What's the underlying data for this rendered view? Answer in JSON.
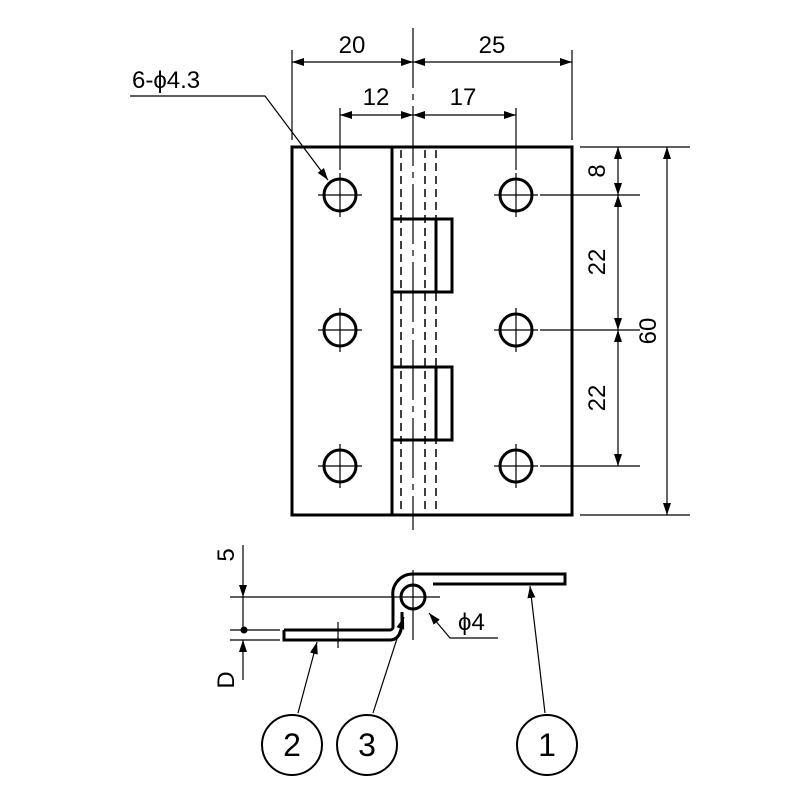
{
  "dimensions": {
    "top_left_width": "20",
    "top_right_width": "25",
    "hole_left_offset": "12",
    "hole_right_offset": "17",
    "hole_callout": "6-ϕ4.3",
    "top_margin": "8",
    "pitch_upper": "22",
    "pitch_lower": "22",
    "overall_height": "60",
    "side_offset": "5",
    "side_thickness": "D",
    "pin_diameter": "ϕ4"
  },
  "balloons": {
    "leaf_right": "1",
    "leaf_left": "2",
    "pin": "3"
  },
  "colors": {
    "line": "#000000",
    "background": "#ffffff"
  }
}
